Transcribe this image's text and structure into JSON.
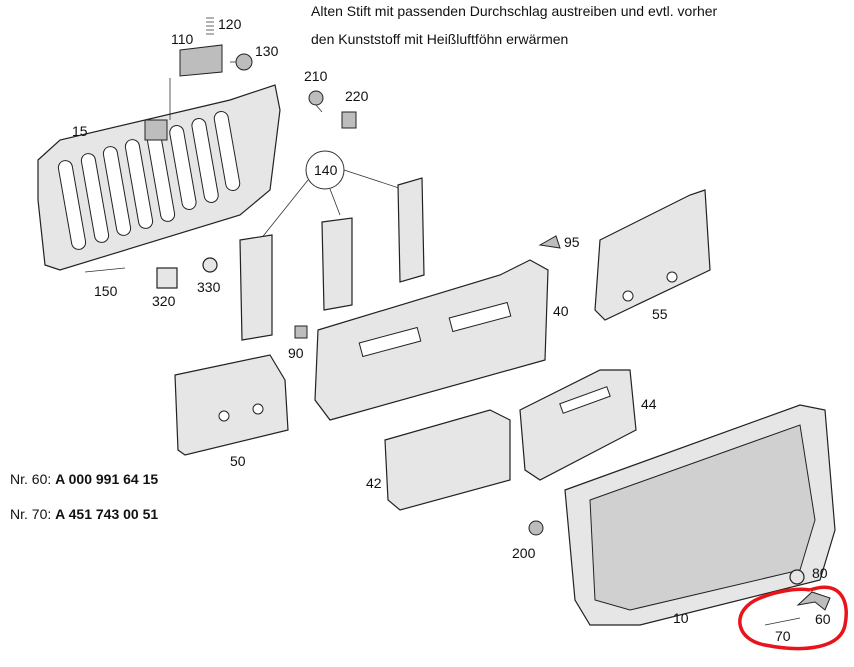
{
  "note": {
    "line1": "Alten Stift mit passenden Durchschlag austreiben und evtl. vorher",
    "line2": "den Kunststoff mit Heißluftföhn erwärmen"
  },
  "part_numbers": [
    {
      "prefix": "Nr. 60: ",
      "number": "A 000 991 64 15"
    },
    {
      "prefix": "Nr. 70: ",
      "number": "A 451 743 00 51"
    }
  ],
  "callouts": [
    "120",
    "110",
    "130",
    "210",
    "220",
    "15",
    "140",
    "95",
    "150",
    "320",
    "330",
    "40",
    "55",
    "90",
    "44",
    "50",
    "42",
    "200",
    "80",
    "60",
    "10",
    "70"
  ],
  "colors": {
    "highlight": "#e8141c",
    "part_fill": "#e6e6e6",
    "outline": "#222222"
  }
}
